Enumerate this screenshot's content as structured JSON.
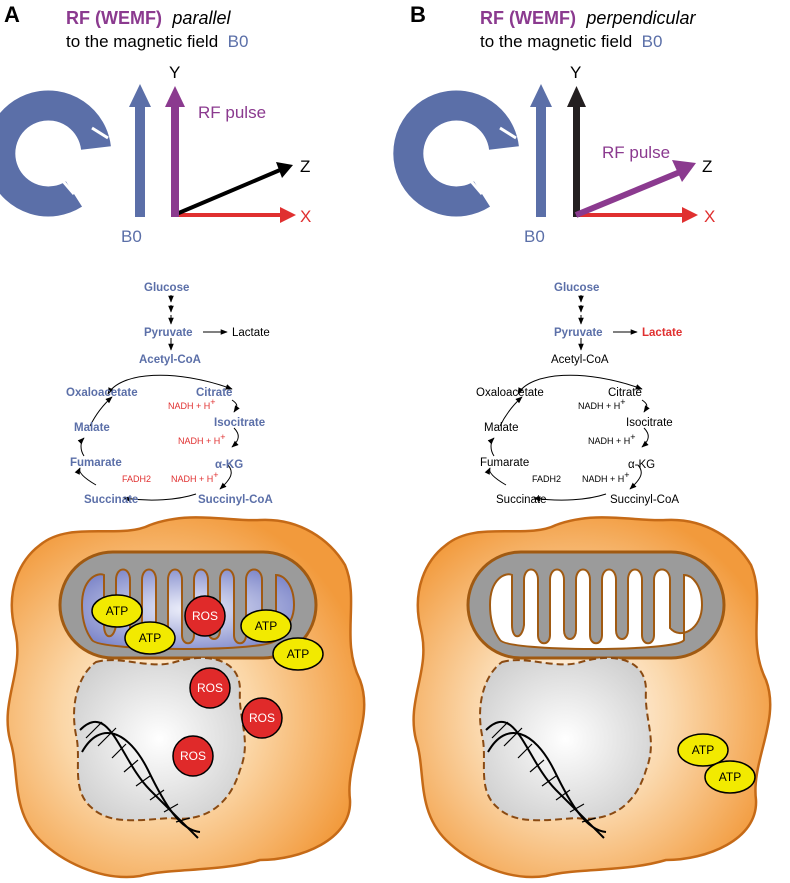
{
  "panels": [
    {
      "letter": "A",
      "title_rf": "RF (WEMF)",
      "title_mode": "parallel",
      "subtitle": "to the magnetic field",
      "subtitle_b0": "B0",
      "axes": {
        "y": "Y",
        "z": "Z",
        "x": "X",
        "b0": "B0",
        "rf_pulse": "RF pulse"
      },
      "pathway": {
        "glucose": "Glucose",
        "pyruvate": "Pyruvate",
        "lactate": "Lactate",
        "acetyl_coa": "Acetyl-CoA",
        "oxaloacetate": "Oxaloacetate",
        "citrate": "Citrate",
        "isocitrate": "Isocitrate",
        "malate": "Malate",
        "akg": "α-KG",
        "fumarate": "Fumarate",
        "succinate": "Succinate",
        "succinyl_coa": "Succinyl-CoA",
        "nadh": "NADH + H",
        "nadh_sup": "+",
        "fadh2": "FADH2"
      },
      "cell": {
        "atp": "ATP",
        "ros": "ROS"
      }
    },
    {
      "letter": "B",
      "title_rf": "RF (WEMF)",
      "title_mode": "perpendicular",
      "subtitle": "to the magnetic field",
      "subtitle_b0": "B0",
      "axes": {
        "y": "Y",
        "z": "Z",
        "x": "X",
        "b0": "B0",
        "rf_pulse": "RF pulse"
      },
      "pathway": {
        "glucose": "Glucose",
        "pyruvate": "Pyruvate",
        "lactate": "Lactate",
        "acetyl_coa": "Acetyl-CoA",
        "oxaloacetate": "Oxaloacetate",
        "citrate": "Citrate",
        "isocitrate": "Isocitrate",
        "malate": "Malate",
        "akg": "α-KG",
        "fumarate": "Fumarate",
        "succinate": "Succinate",
        "succinyl_coa": "Succinyl-CoA",
        "nadh": "NADH + H",
        "nadh_sup": "+",
        "fadh2": "FADH2"
      },
      "cell": {
        "atp": "ATP"
      }
    }
  ],
  "colors": {
    "magnet_blue": "#5b6fa8",
    "rf_purple": "#8b3a8f",
    "axis_red": "#e03030",
    "cell_orange": "#f5a24b",
    "atp_yellow": "#f2ea00",
    "ros_red": "#e02a2a"
  }
}
